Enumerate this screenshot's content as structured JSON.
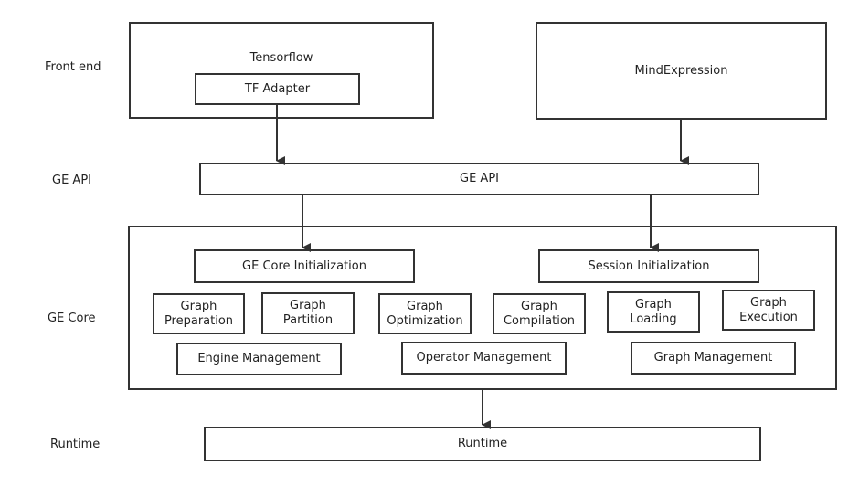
{
  "layers": {
    "front_end": "Front end",
    "ge_api": "GE API",
    "ge_core": "GE Core",
    "runtime": "Runtime"
  },
  "front_end": {
    "tensorflow": "Tensorflow",
    "tf_adapter": "TF Adapter",
    "mindexpression": "MindExpression"
  },
  "ge_api_box": "GE API",
  "ge_core": {
    "core_init": "GE Core Initialization",
    "session_init": "Session Initialization",
    "modules": [
      {
        "l1": "Graph",
        "l2": "Preparation"
      },
      {
        "l1": "Graph",
        "l2": "Partition"
      },
      {
        "l1": "Graph",
        "l2": "Optimization"
      },
      {
        "l1": "Graph",
        "l2": "Compilation"
      },
      {
        "l1": "Graph",
        "l2": "Loading"
      },
      {
        "l1": "Graph",
        "l2": "Execution"
      }
    ],
    "engine_mgmt": "Engine Management",
    "operator_mgmt": "Operator Management",
    "graph_mgmt": "Graph Management"
  },
  "runtime_box": "Runtime"
}
